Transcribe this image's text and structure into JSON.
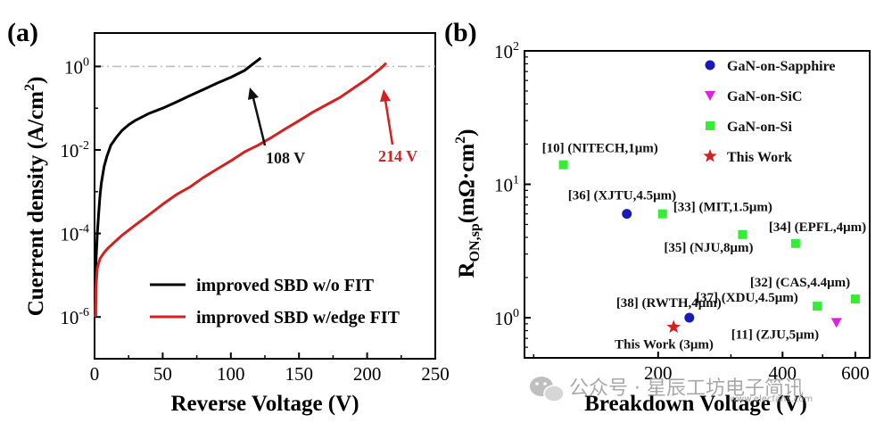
{
  "panels": [
    {
      "letter": "(a)",
      "chart_data": {
        "type": "line",
        "xlabel": "Reverse Voltage (V)",
        "ylabel_main": "Cuerrent density (A/cm",
        "ylabel_sup": "2",
        "ylabel_tail": ")",
        "x_scale": "linear",
        "y_scale": "log",
        "xlim": [
          0,
          250
        ],
        "ylim_exp": [
          -7,
          0.8
        ],
        "x_ticks": [
          "0",
          "50",
          "100",
          "150",
          "200",
          "250"
        ],
        "y_ticks": [
          {
            "exp": 0,
            "base": "10",
            "sup": "0"
          },
          {
            "exp": -2,
            "base": "10",
            "sup": "-2"
          },
          {
            "exp": -4,
            "base": "10",
            "sup": "-4"
          },
          {
            "exp": -6,
            "base": "10",
            "sup": "-6"
          }
        ],
        "reference_line": {
          "y": 1,
          "style": "dash-dot",
          "color": "#bdbdbd"
        },
        "series": [
          {
            "name": "improved SBD w/o FIT",
            "color": "#000000",
            "x": [
              0.8,
              1,
              2,
              3,
              4,
              5,
              7,
              9,
              12,
              16,
              20,
              25,
              30,
              40,
              50,
              60,
              70,
              80,
              90,
              100,
              110,
              122
            ],
            "y": [
              1e-06,
              2e-05,
              0.0001,
              0.0003,
              0.0008,
              0.0016,
              0.004,
              0.007,
              0.013,
              0.02,
              0.029,
              0.04,
              0.051,
              0.075,
              0.1,
              0.14,
              0.2,
              0.28,
              0.4,
              0.55,
              0.8,
              1.6
            ]
          },
          {
            "name": "improved SBD w/edge FIT",
            "color": "#d42020",
            "x": [
              0.5,
              1,
              2,
              4,
              7,
              10,
              20,
              30,
              40,
              50,
              60,
              70,
              80,
              90,
              100,
              110,
              120,
              130,
              140,
              150,
              160,
              170,
              180,
              190,
              200,
              210,
              214
            ],
            "y": [
              1e-06,
              5e-06,
              1.5e-05,
              2.5e-05,
              3.5e-05,
              4.5e-05,
              9e-05,
              0.00016,
              0.00028,
              0.0005,
              0.00085,
              0.0013,
              0.0022,
              0.0035,
              0.0055,
              0.009,
              0.013,
              0.02,
              0.032,
              0.05,
              0.08,
              0.12,
              0.18,
              0.3,
              0.5,
              0.9,
              1.2
            ]
          }
        ],
        "callouts": [
          {
            "text": "108 V",
            "color": "#111111"
          },
          {
            "text": "214 V",
            "color": "#d42020"
          }
        ]
      }
    },
    {
      "letter": "(b)",
      "chart_data": {
        "type": "scatter",
        "xlabel": "Breakdown Voltage (V)",
        "ylabel_main": "R",
        "ylabel_sub": "ON,sp",
        "ylabel_rest": "(mΩ·cm",
        "ylabel_sup": "2",
        "ylabel_tail": ")",
        "x_scale": "log",
        "y_scale": "log",
        "xlim": [
          95,
          650
        ],
        "ylim": [
          0.5,
          100
        ],
        "x_ticks": [
          "200",
          "400",
          "600"
        ],
        "y_ticks": [
          {
            "value": 1,
            "base": "10",
            "sup": "0"
          },
          {
            "value": 10,
            "base": "10",
            "sup": "1"
          },
          {
            "value": 100,
            "base": "10",
            "sup": "2"
          }
        ],
        "legend": {
          "placement": "top-right",
          "entries": [
            {
              "label": "GaN-on-Sapphire",
              "marker": "circle",
              "color": "#1a1ab8"
            },
            {
              "label": "GaN-on-SiC",
              "marker": "triangle-down",
              "color": "#e020e0"
            },
            {
              "label": "GaN-on-Si",
              "marker": "square",
              "color": "#33ee33"
            },
            {
              "label": "This Work",
              "marker": "star",
              "color": "#d42020"
            }
          ]
        },
        "points": [
          {
            "label": "[10] (NITECH,1μm)",
            "group": "GaN-on-Si",
            "x": 118,
            "y": 14
          },
          {
            "label": "[36] (XJTU,4.5μm)",
            "group": "GaN-on-Sapphire",
            "x": 168,
            "y": 6
          },
          {
            "label": "[33] (MIT,1.5μm)",
            "group": "GaN-on-Si",
            "x": 205,
            "y": 6
          },
          {
            "label": "[35] (NJU,8μm)",
            "group": "GaN-on-Si",
            "x": 320,
            "y": 4.2
          },
          {
            "label": "[34] (EPFL,4μm)",
            "group": "GaN-on-Si",
            "x": 430,
            "y": 3.6
          },
          {
            "label": "[38] (RWTH,4μm)",
            "group": "GaN-on-Sapphire",
            "x": 238,
            "y": 1.0
          },
          {
            "label": "This Work (3μm)",
            "group": "This Work",
            "x": 218,
            "y": 0.85
          },
          {
            "label": "[37] (XDU,4.5μm)",
            "group": "GaN-on-Si",
            "x": 485,
            "y": 1.22
          },
          {
            "label": "[32] (CAS,4.4μm)",
            "group": "GaN-on-Si",
            "x": 600,
            "y": 1.38
          },
          {
            "label": "[11] (ZJU,5μm)",
            "group": "GaN-on-SiC",
            "x": 540,
            "y": 0.92
          }
        ]
      }
    }
  ],
  "watermark": {
    "text": "公众号 · 星辰工坊电子简讯",
    "domain": "www.elecfans.com",
    "icon": "wechat-icon"
  }
}
